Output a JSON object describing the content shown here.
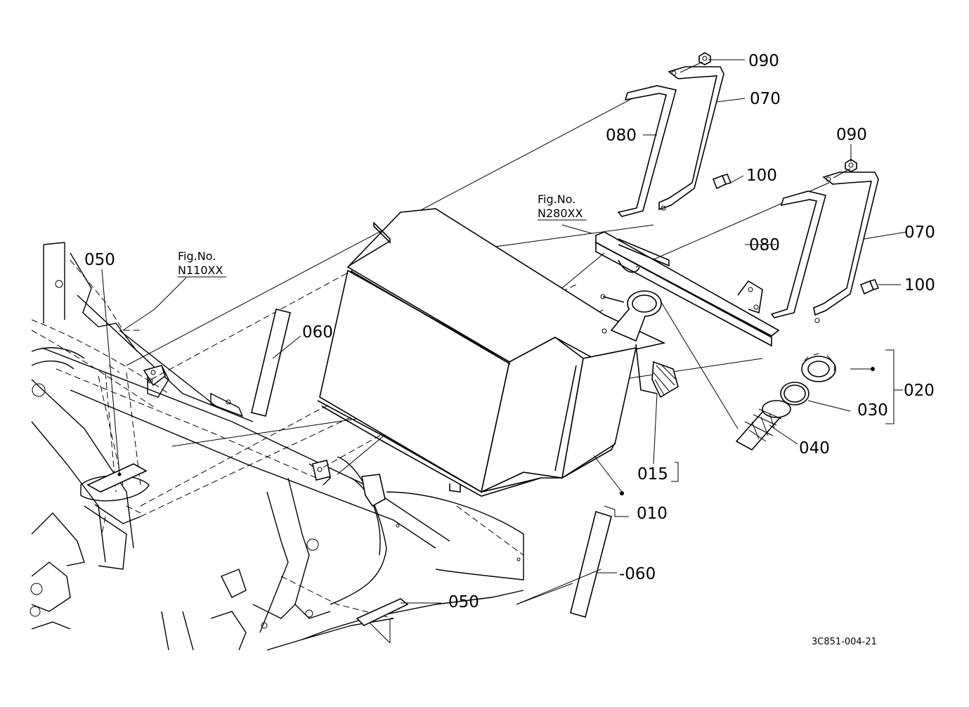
{
  "diagram": {
    "part_labels": {
      "p090_top": "090",
      "p070_top": "070",
      "p080_top": "080",
      "p100_top": "100",
      "p090_right": "090",
      "p080_right": "080",
      "p070_right": "070",
      "p100_right": "100",
      "p050_left": "050",
      "p060_left": "060",
      "p020": "020",
      "p030": "030",
      "p040": "040",
      "p015": "015",
      "p010": "010",
      "p060_bottom": "-060",
      "p050_bottom": "050"
    },
    "figure_refs": {
      "n110": {
        "line1": "Fig.No.",
        "line2": "N110XX"
      },
      "n280": {
        "line1": "Fig.No.",
        "line2": "N280XX"
      }
    },
    "document_code": "3C851-004-21"
  }
}
